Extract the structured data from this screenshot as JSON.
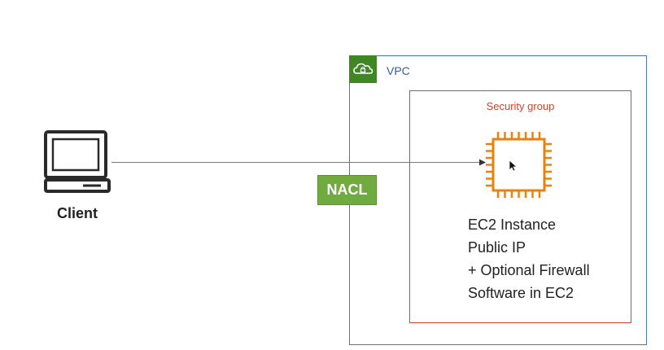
{
  "client": {
    "label": "Client",
    "icon": "laptop-icon"
  },
  "nacl": {
    "label": "NACL",
    "color": "#6fab3f"
  },
  "vpc": {
    "label": "VPC",
    "border_color": "#4a73b8",
    "icon": "vpc-cloud-lock-icon",
    "icon_color": "#3f8624"
  },
  "security_group": {
    "label": "Security group",
    "border_color": "#d1452c"
  },
  "ec2": {
    "icon": "ec2-chip-icon",
    "icon_color": "#e8820c",
    "lines": [
      "EC2 Instance",
      "Public IP",
      "+ Optional Firewall",
      "Software in EC2"
    ]
  }
}
